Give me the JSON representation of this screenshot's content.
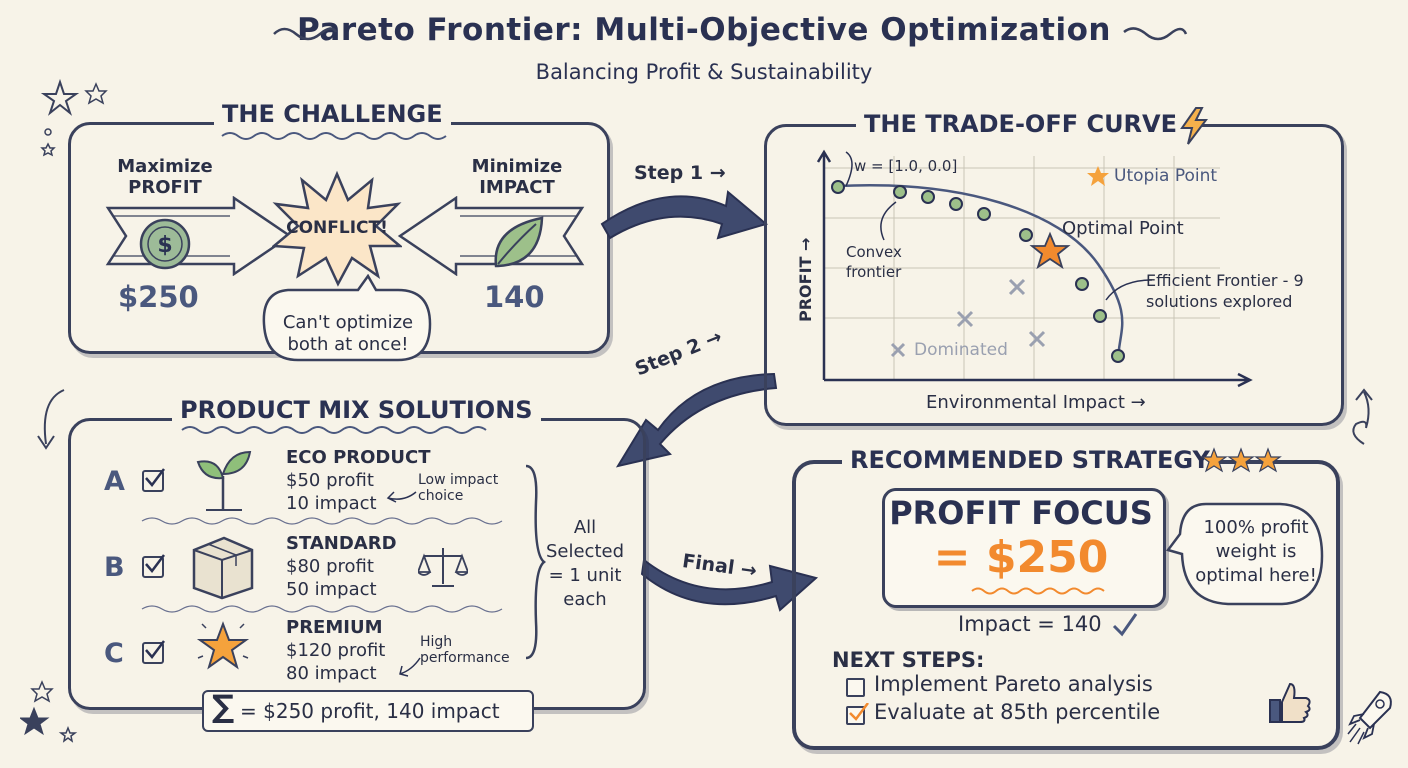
{
  "header": {
    "title": "Pareto Frontier: Multi-Objective Optimization",
    "subtitle": "Balancing Profit & Sustainability"
  },
  "challenge": {
    "heading": "THE CHALLENGE",
    "left_label": "Maximize PROFIT",
    "left_value": "$250",
    "center_label": "CONFLICT!",
    "right_label": "Minimize IMPACT",
    "right_value": "140",
    "bubble": "Can't optimize both at once!"
  },
  "steps": {
    "step1": "Step 1 →",
    "step2": "Step 2 →",
    "final": "Final →"
  },
  "tradeoff": {
    "heading": "THE TRADE-OFF CURVE",
    "weight_label": "w = [1.0, 0.0]",
    "utopia_label": "Utopia Point",
    "optimal_label": "Optimal Point",
    "convex_label": "Convex frontier",
    "efficient_label": "Efficient Frontier - 9 solutions explored",
    "dominated_label": "Dominated"
  },
  "chart_data": {
    "type": "scatter",
    "xlabel": "Environmental Impact →",
    "ylabel": "PROFIT →",
    "frontier_points": 9,
    "frontier_weight_highlighted": "w = [1.0, 0.0]",
    "dominated_points": 3,
    "grid": true
  },
  "products": {
    "heading": "PRODUCT MIX SOLUTIONS",
    "items": [
      {
        "letter": "A",
        "name": "ECO PRODUCT",
        "profit": "$50 profit",
        "impact": "10 impact",
        "note": "Low impact choice"
      },
      {
        "letter": "B",
        "name": "STANDARD",
        "profit": "$80 profit",
        "impact": "50 impact",
        "note": ""
      },
      {
        "letter": "C",
        "name": "PREMIUM",
        "profit": "$120 profit",
        "impact": "80 impact",
        "note": "High performance"
      }
    ],
    "selected_note": "All Selected = 1 unit each",
    "sum_symbol": "∑",
    "sum": "= $250 profit, 140 impact"
  },
  "strategy": {
    "heading": "RECOMMENDED STRATEGY",
    "focus": "PROFIT FOCUS",
    "value": "= $250",
    "impact": "Impact = 140",
    "bubble": "100% profit weight is optimal here!",
    "next_steps_heading": "NEXT STEPS:",
    "next_steps": [
      {
        "text": "Implement Pareto analysis",
        "checked": false
      },
      {
        "text": "Evaluate at 85th percentile",
        "checked": true
      }
    ]
  },
  "colors": {
    "ink": "#2a3152",
    "accent_orange": "#f28a2e",
    "coin_green": "#8fb08a",
    "curve_blue": "#4a587e",
    "dominated_gray": "#9aa0b0",
    "paper": "#f7f3e8"
  }
}
